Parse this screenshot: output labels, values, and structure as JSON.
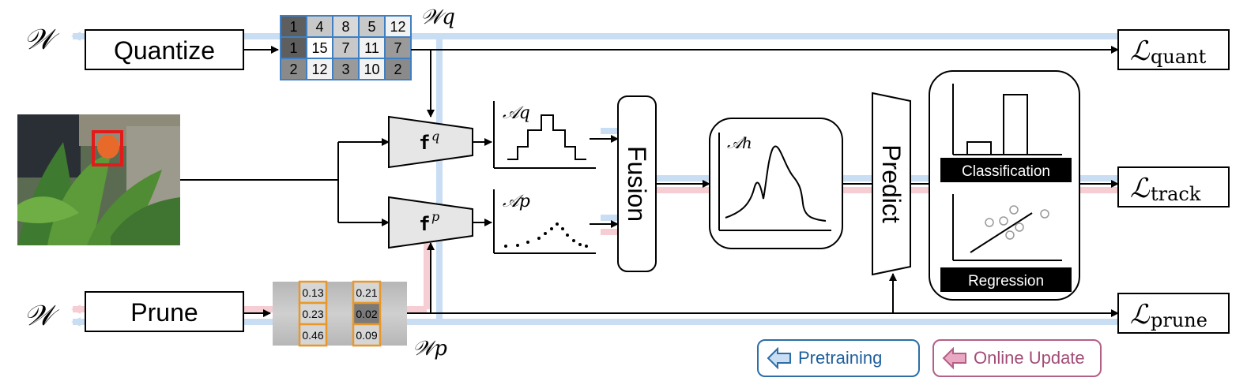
{
  "labels": {
    "weights_in": "𝒲",
    "weights_out_top": "𝒲",
    "weights_out_bottom": "𝒲",
    "quantize": "Quantize",
    "prune": "Prune",
    "wq": "𝒲q",
    "wp": "𝒲p",
    "fq": "f",
    "fq_sup": "q",
    "fp": "f",
    "fp_sup": "p",
    "aq": "𝒜q",
    "ap": "𝒜p",
    "ah": "𝒜h",
    "fusion": "Fusion",
    "predict": "Predict",
    "classification": "Classification",
    "regression": "Regression",
    "l_quant": "ℒquant",
    "l_track": "ℒtrack",
    "l_prune": "ℒprune",
    "l_quant_sub": "quant",
    "l_track_sub": "track",
    "l_prune_sub": "prune"
  },
  "quant_matrix": [
    [
      "1",
      "4",
      "8",
      "5",
      "12"
    ],
    [
      "1",
      "15",
      "7",
      "11",
      "7"
    ],
    [
      "2",
      "12",
      "3",
      "10",
      "2"
    ]
  ],
  "prune_values": [
    [
      "0.13",
      "0.21"
    ],
    [
      "0.23",
      "0.02"
    ],
    [
      "0.46",
      "0.09"
    ]
  ],
  "legend": {
    "pretraining": "Pretraining",
    "online_update": "Online Update"
  },
  "colors": {
    "pretrain_path": "#c9ddf3",
    "online_path": "#f6cdd3",
    "pretrain_border": "#2d6ea6",
    "online_border": "#b45f86"
  }
}
